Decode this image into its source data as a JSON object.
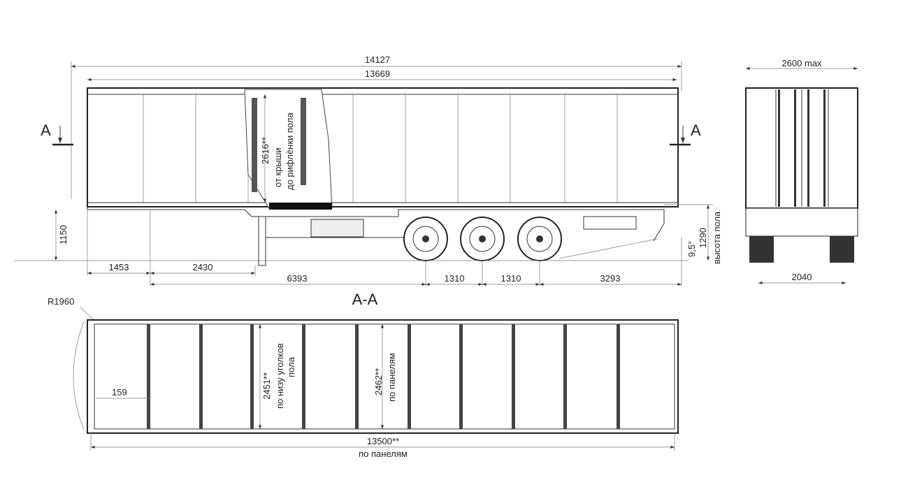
{
  "side_view": {
    "overall_length": "14127",
    "body_length": "13669",
    "section_marker_left": "A",
    "section_marker_right": "A",
    "internal_height": "2616**",
    "internal_height_note_1": "от крыши",
    "internal_height_note_2": "до рифлёнки пола",
    "kingpin_height": "1150",
    "dim_1453": "1453",
    "dim_2430": "2430",
    "dim_6393": "6393",
    "axle_spacing_1": "1310",
    "axle_spacing_2": "1310",
    "rear_overhang": "3293",
    "floor_height": "1290",
    "floor_height_label": "высота пола",
    "departure_angle": "9,5°"
  },
  "rear_view": {
    "width": "2600 max",
    "track": "2040"
  },
  "plan_view": {
    "section_title": "A-A",
    "front_radius": "R1960",
    "dim_159": "159",
    "width_angles": "2451**",
    "width_angles_note_1": "по низу уголков",
    "width_angles_note_2": "пола",
    "width_panels": "2462**",
    "width_panels_note": "по панелям",
    "internal_length": "13500**",
    "internal_length_note": "по панелям"
  }
}
